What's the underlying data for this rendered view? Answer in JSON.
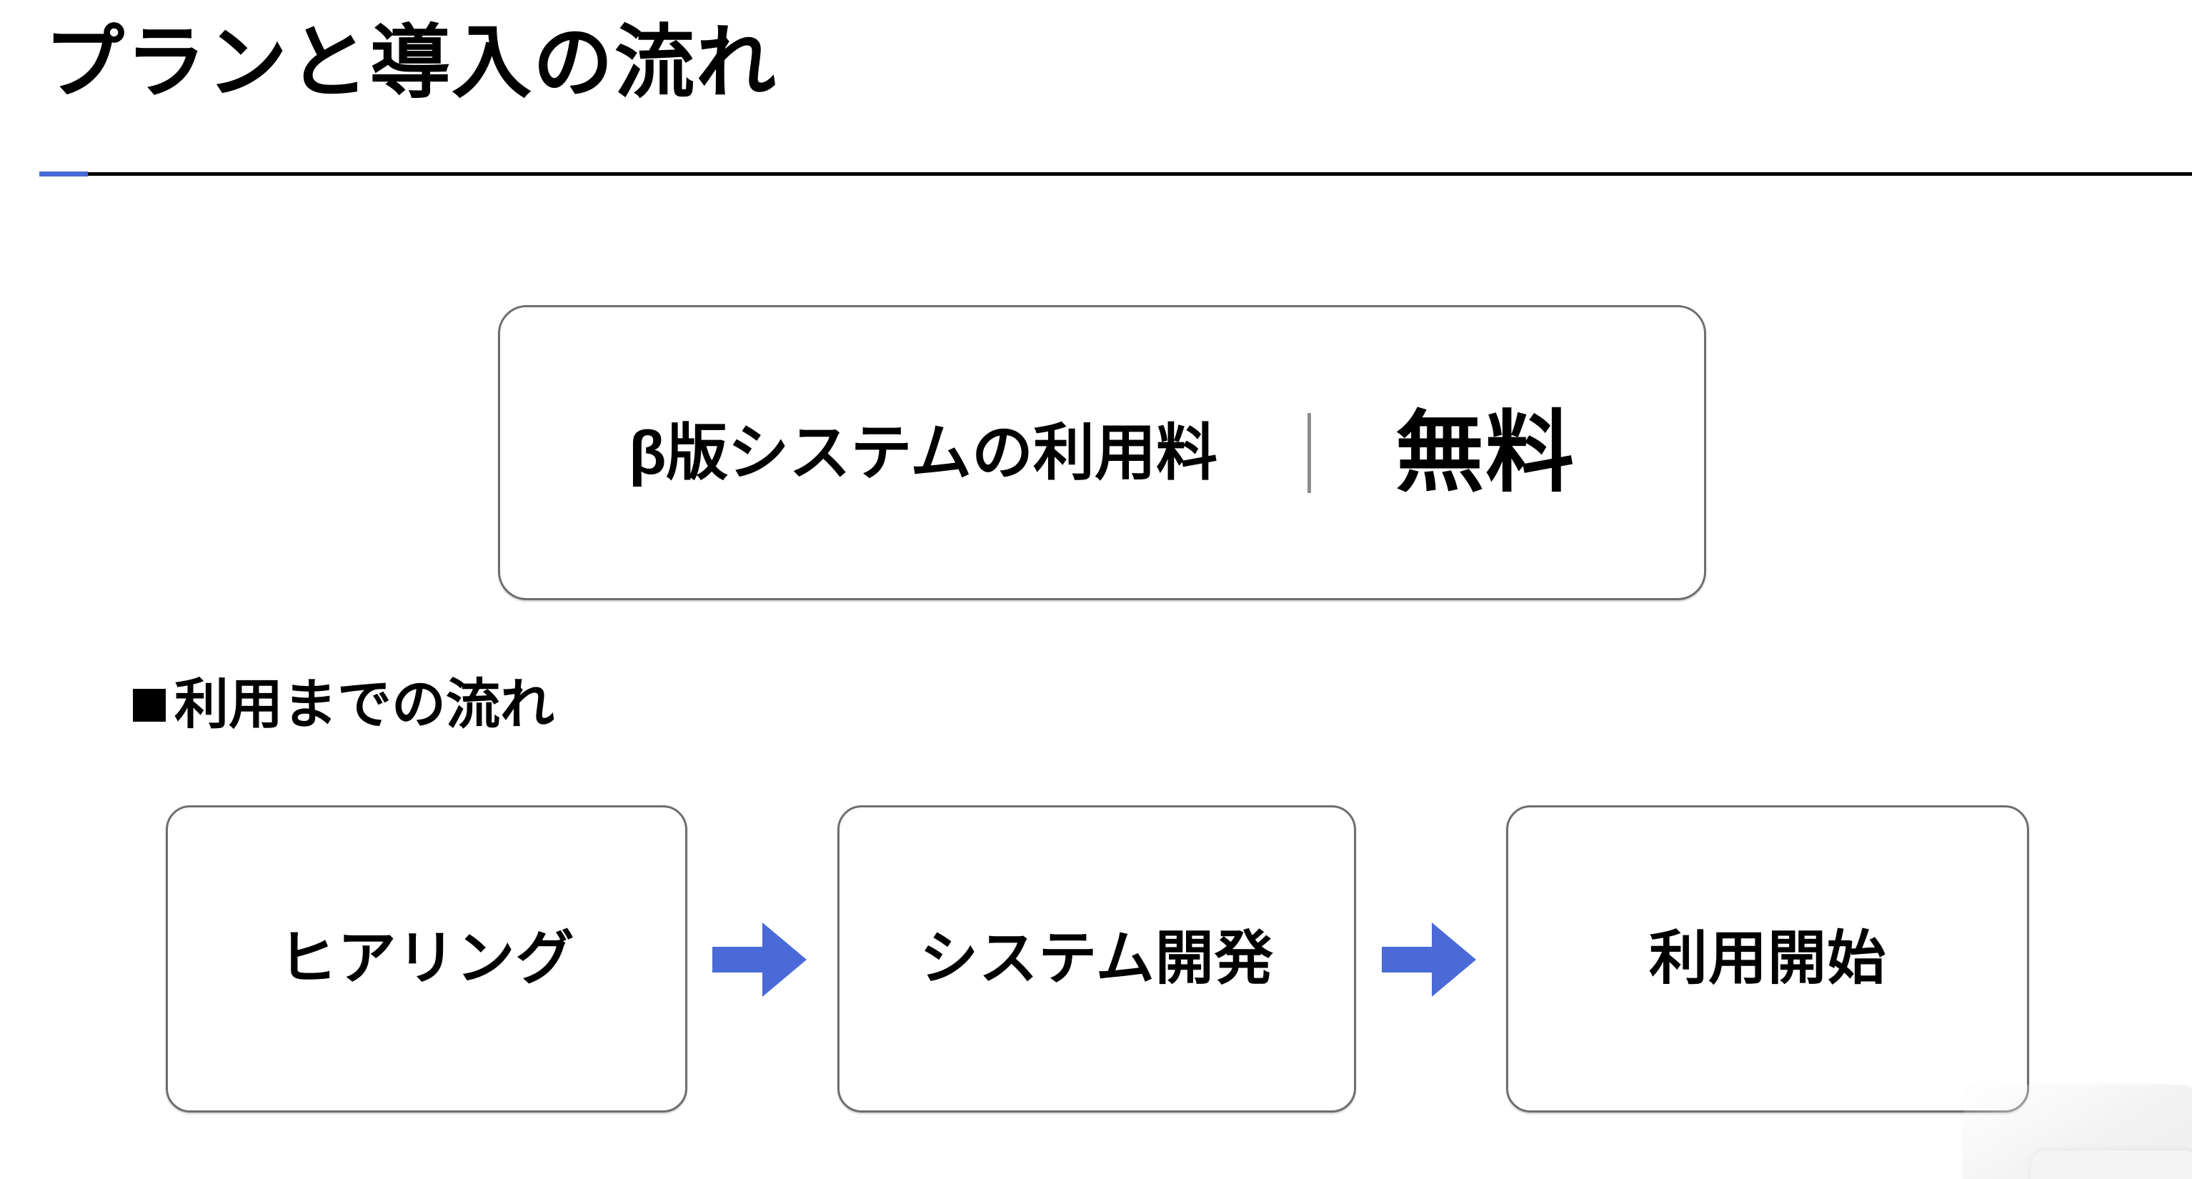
{
  "slide": {
    "title": "プランと導入の流れ",
    "accent_color": "#4a6ad8",
    "rule_color": "#000000",
    "background": "#ffffff"
  },
  "price_card": {
    "label": "β版システムの利用料",
    "divider": "|",
    "value": "無料",
    "border_color": "#6e6e6e",
    "divider_color": "#8d8d8d"
  },
  "flow_section": {
    "bullet": "■",
    "heading": "利用までの流れ",
    "arrow_color": "#4a6ad8",
    "steps": [
      {
        "label": "ヒアリング"
      },
      {
        "label": "システム開発"
      },
      {
        "label": "利用開始"
      }
    ],
    "arrows": [
      {
        "name": "arrow-right-1"
      },
      {
        "name": "arrow-right-2"
      }
    ]
  }
}
